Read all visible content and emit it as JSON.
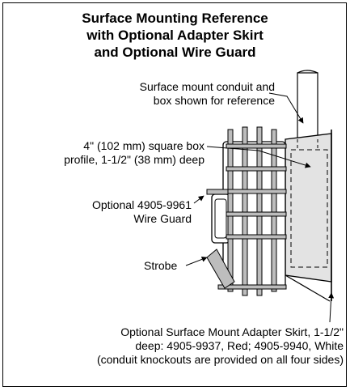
{
  "title": {
    "line1": "Surface Mounting Reference",
    "line2": "with Optional Adapter Skirt",
    "line3": "and Optional Wire Guard"
  },
  "labels": {
    "conduit": {
      "line1": "Surface mount conduit and",
      "line2": "box shown for reference"
    },
    "box": {
      "line1": "4\" (102 mm) square box",
      "line2": "profile, 1-1/2\" (38 mm) deep"
    },
    "wire_guard": {
      "line1": "Optional 4905-9961",
      "line2": "Wire Guard"
    },
    "strobe": "Strobe",
    "skirt": {
      "line1": "Optional Surface Mount Adapter Skirt, 1-1/2\"",
      "line2": "deep: 4905-9937, Red; 4905-9940, White",
      "line3": "(conduit knockouts are provided on all four sides)"
    }
  },
  "colors": {
    "line": "#000000",
    "box_fill": "#e3e3e3",
    "guard_bar": "#bdbdbd"
  }
}
